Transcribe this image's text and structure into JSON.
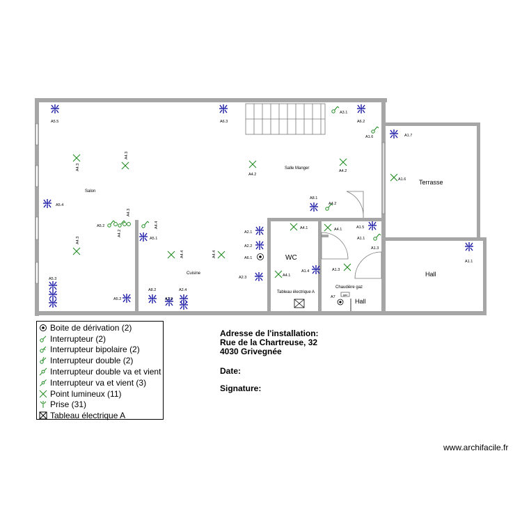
{
  "rooms": {
    "salon": "Salon",
    "salle_manger": "Salle Manger",
    "cuisine": "Cuisine",
    "wc": "WC",
    "terrasse": "Terrasse",
    "hall_right": "Hall",
    "hall_small": "Hall",
    "tableau": "Tableau électrique A",
    "chaudiere": "Chaudière gaz"
  },
  "plan_labels": [
    "A5.5",
    "A6.3",
    "A3.1",
    "A6.2",
    "A1.6",
    "A1.7",
    "A4.3",
    "A4.3",
    "A4.2",
    "A4.2",
    "A1.6",
    "A5.4",
    "A8.1",
    "A4.2",
    "A5.2",
    "A4.3",
    "A4.2",
    "A4.4",
    "A4.1",
    "A4.1",
    "A1.5",
    "A5.1",
    "A2.1",
    "A1.1",
    "A1.3",
    "A2.2",
    "A4.3",
    "A4.4",
    "A4.4",
    "A6.1",
    "A1.4",
    "A1.3",
    "A1.1",
    "A5.3",
    "A4.1",
    "A2.3",
    "A8.2",
    "A2.4",
    "A5.2",
    "A2.5",
    "A7"
  ],
  "legend": [
    {
      "icon": "junction-box-icon",
      "label": "Boite de dérivation (2)"
    },
    {
      "icon": "switch-icon",
      "label": "Interrupteur (2)"
    },
    {
      "icon": "bipolar-switch-icon",
      "label": "Interrupteur bipolaire (2)"
    },
    {
      "icon": "double-switch-icon",
      "label": "Interrupteur double (2)"
    },
    {
      "icon": "double-two-way-switch-icon",
      "label": "Interrupteur double va et vient"
    },
    {
      "icon": "two-way-switch-icon",
      "label": "Interrupteur va et vient (3)"
    },
    {
      "icon": "light-point-icon",
      "label": "Point lumineux (11)"
    },
    {
      "icon": "outlet-icon",
      "label": "Prise (31)"
    },
    {
      "icon": "electric-panel-icon",
      "label": "Tableau électrique A"
    }
  ],
  "info": {
    "address_title": "Adresse de l'installation:",
    "address_line1": "Rue de la Chartreuse, 32",
    "address_line2": "4030 Grivegnée",
    "date_label": "Date:",
    "signature_label": "Signature:"
  },
  "credit": "www.archifacile.fr",
  "colors": {
    "wall": "#a6a6a6",
    "outlet": "#1a1aa6",
    "light": "#1f8a1f",
    "switch": "#1f8a1f"
  }
}
